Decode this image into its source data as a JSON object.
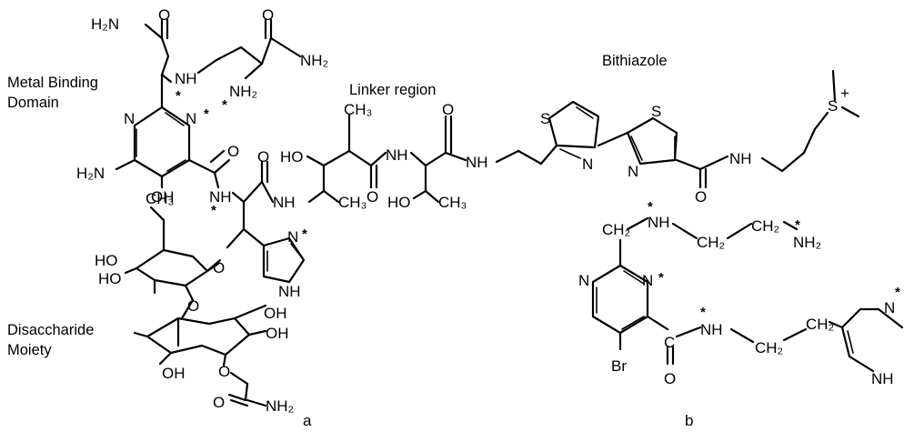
{
  "regions": {
    "metal_binding": [
      "Metal Binding",
      "Domain"
    ],
    "linker": "Linker region",
    "bithiazole": "Bithiazole",
    "disaccharide": [
      "Disaccharide",
      "Moiety"
    ]
  },
  "panel_labels": {
    "a": "a",
    "b": "b"
  },
  "atoms": {
    "H2N": "H₂N",
    "NH2": "NH₂",
    "NH": "NH",
    "N": "N",
    "O": "O",
    "S": "S",
    "S_plus": "S",
    "plus": "+",
    "HO": "HO",
    "OH": "OH",
    "CH3": "CH₃",
    "CH2": "CH₂",
    "C": "C",
    "Br": "Br",
    "star": "*"
  }
}
